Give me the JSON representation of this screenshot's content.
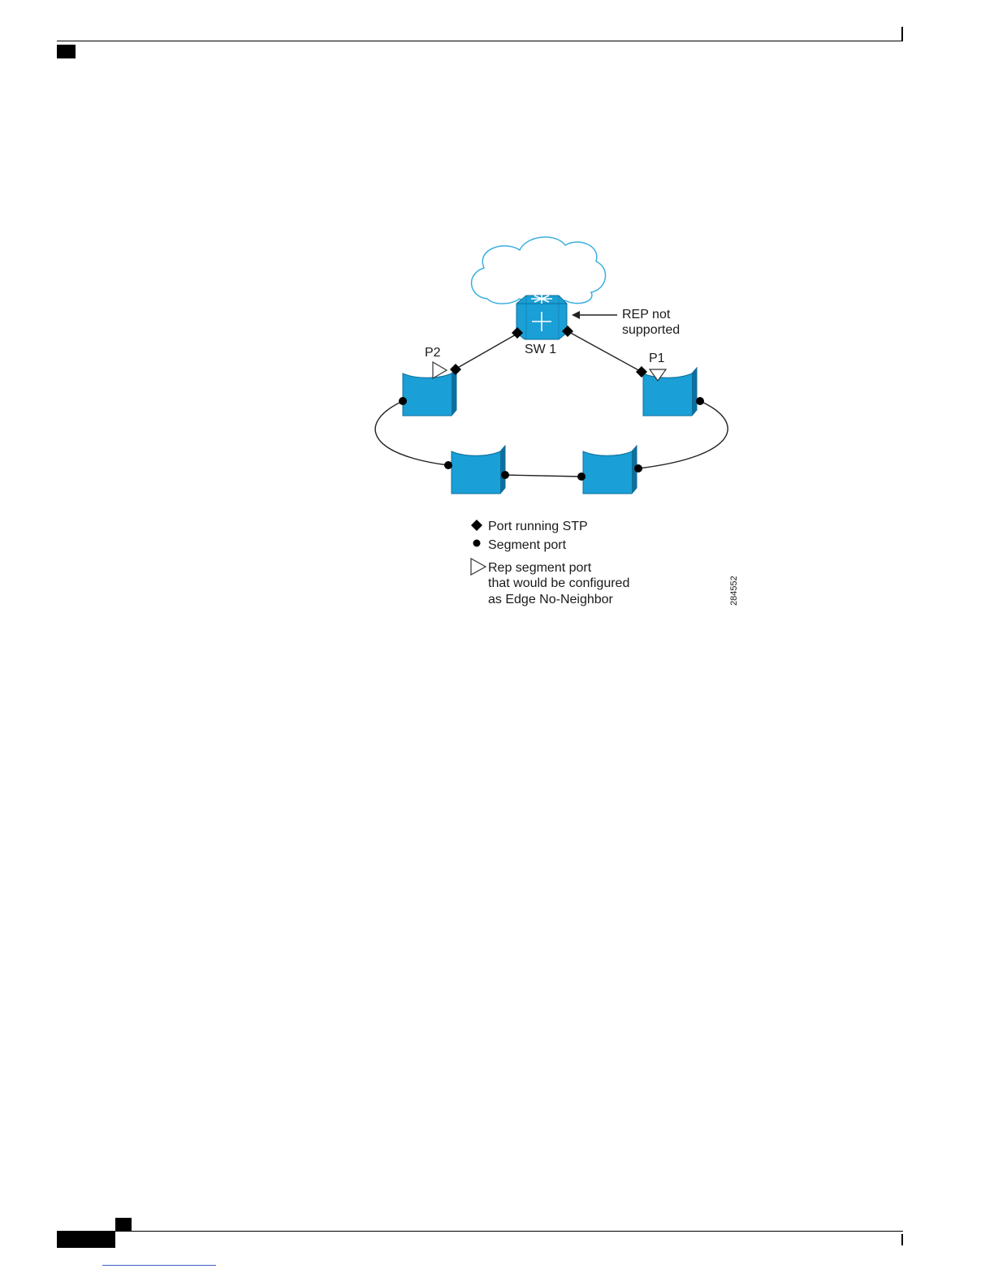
{
  "diagram": {
    "switch_label": "SW 1",
    "note_line1": "REP not",
    "note_line2": "supported",
    "port_p1_label": "P1",
    "port_p2_label": "P2",
    "figure_id": "284552",
    "legend": {
      "stp_port": "Port running STP",
      "segment_port": "Segment port",
      "edge_line1": "Rep segment port",
      "edge_line2": "that would be configured",
      "edge_line3": "as Edge No-Neighbor"
    },
    "colors": {
      "switch_fill": "#1a9fd6",
      "switch_dark": "#0f6f9c",
      "cloud_stroke": "#3bafe0",
      "link": "#222222"
    }
  }
}
